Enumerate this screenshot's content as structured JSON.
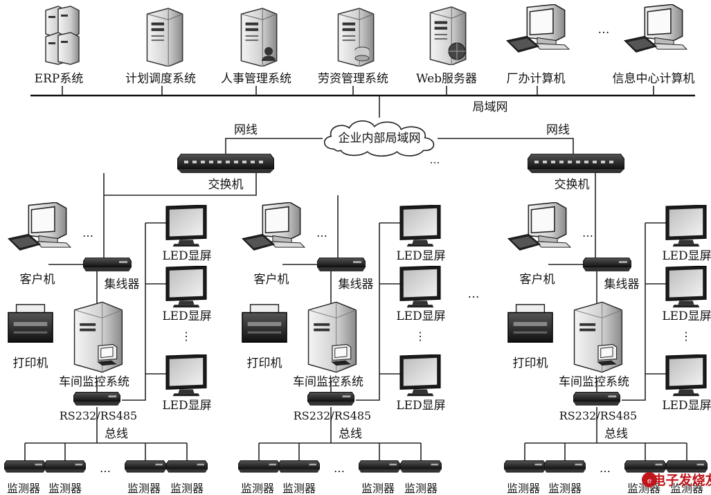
{
  "top_nodes": [
    "ERP系统",
    "计划调度系统",
    "人事管理系统",
    "劳资管理系统",
    "Web服务器",
    "厂办计算机",
    "信息中心计算机"
  ],
  "top_ellipsis": "…",
  "lan_label": "局域网",
  "cloud_label": "企业内部局域网",
  "cloud_ellipsis": "…",
  "cable_label": "网线",
  "switch_label": "交换机",
  "client_label": "客户机",
  "hub_label": "集线器",
  "printer_label": "打印机",
  "monitor_system_label": "车间监控系统",
  "led_label": "LED显屏",
  "vertical_ellipsis": "⋮",
  "rs_label": "RS232/RS485",
  "bus_label": "总线",
  "detector_label": "监测器",
  "client_ellipsis": "…",
  "detector_ellipsis": "…",
  "group_ellipsis": "…",
  "watermark": "电子发烧友",
  "icons": {
    "server": "server-icon",
    "workstation": "workstation-icon",
    "switch": "network-switch-icon",
    "hub": "hub-icon",
    "printer": "printer-icon",
    "led_screen": "led-screen-icon",
    "detector": "detector-icon",
    "cloud": "cloud-icon"
  }
}
